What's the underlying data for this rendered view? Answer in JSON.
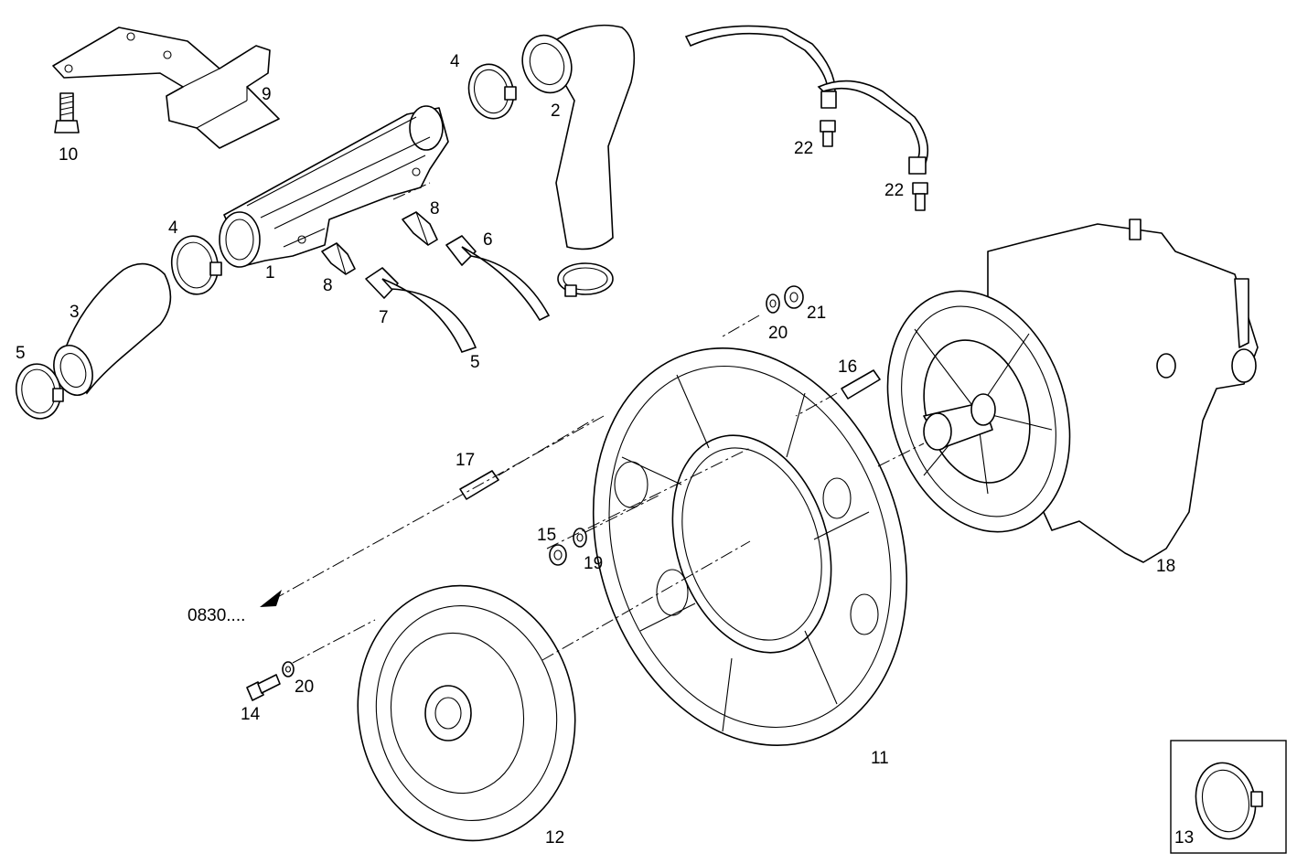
{
  "diagram": {
    "callouts": [
      {
        "id": "c1",
        "text": "1"
      },
      {
        "id": "c2",
        "text": "2"
      },
      {
        "id": "c3",
        "text": "3"
      },
      {
        "id": "c4a",
        "text": "4"
      },
      {
        "id": "c4b",
        "text": "4"
      },
      {
        "id": "c5a",
        "text": "5"
      },
      {
        "id": "c5b",
        "text": "5"
      },
      {
        "id": "c6",
        "text": "6"
      },
      {
        "id": "c7",
        "text": "7"
      },
      {
        "id": "c8a",
        "text": "8"
      },
      {
        "id": "c8b",
        "text": "8"
      },
      {
        "id": "c9",
        "text": "9"
      },
      {
        "id": "c10",
        "text": "10"
      },
      {
        "id": "c11",
        "text": "11"
      },
      {
        "id": "c12",
        "text": "12"
      },
      {
        "id": "c13",
        "text": "13"
      },
      {
        "id": "c14",
        "text": "14"
      },
      {
        "id": "c15",
        "text": "15"
      },
      {
        "id": "c16",
        "text": "16"
      },
      {
        "id": "c17",
        "text": "17"
      },
      {
        "id": "c18",
        "text": "18"
      },
      {
        "id": "c19",
        "text": "19"
      },
      {
        "id": "c20a",
        "text": "20"
      },
      {
        "id": "c20b",
        "text": "20"
      },
      {
        "id": "c21",
        "text": "21"
      },
      {
        "id": "c22a",
        "text": "22"
      },
      {
        "id": "c22b",
        "text": "22"
      }
    ],
    "reference_label": "0830....",
    "colors": {
      "line": "#000000",
      "background": "#ffffff"
    }
  }
}
